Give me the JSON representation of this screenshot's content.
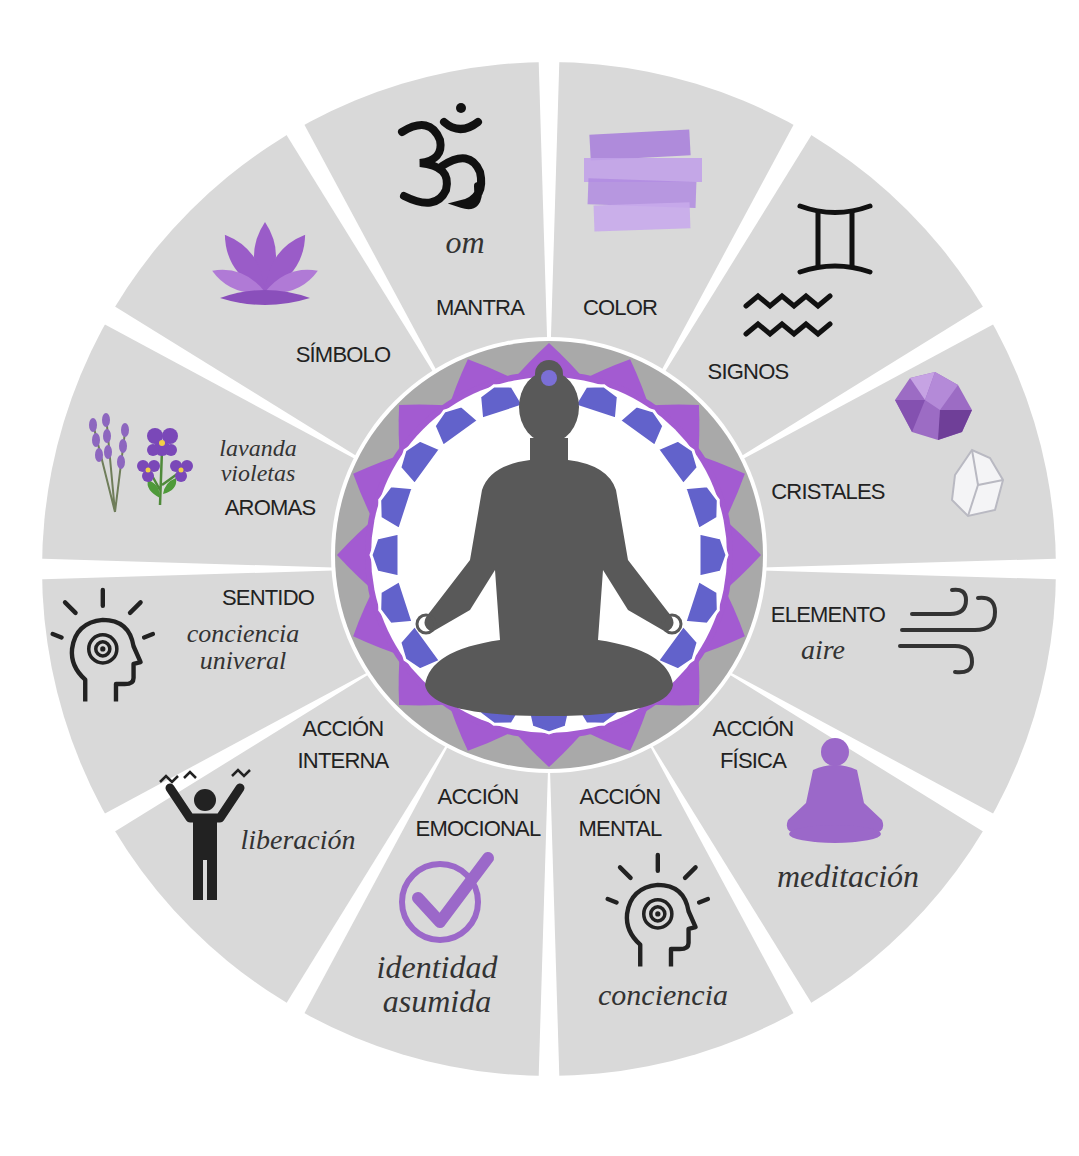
{
  "diagram": {
    "nodes": [
      {
        "text": [
          "om",
          "MANTRA"
        ]
      },
      {
        "text": [
          "COLOR"
        ]
      },
      {
        "text": [
          "SIGNOS"
        ]
      },
      {
        "text": [
          "CRISTALES"
        ]
      },
      {
        "text": [
          "ELEMENTO",
          "aire"
        ]
      },
      {
        "text": [
          "ACCIÓN FÍSICA",
          "meditación"
        ]
      },
      {
        "text": [
          "ACCIÓN MENTAL",
          "conciencia"
        ]
      },
      {
        "text": [
          "ACCIÓN EMOCIONAL",
          "identidad asumida"
        ]
      },
      {
        "text": [
          "ACCIÓN INTERNA",
          "liberación"
        ]
      },
      {
        "text": [
          "SENTIDO",
          "conciencia univeral"
        ]
      },
      {
        "text": [
          "lavanda violetas",
          "AROMAS"
        ]
      },
      {
        "text": [
          "SÍMBOLO"
        ]
      }
    ]
  }
}
